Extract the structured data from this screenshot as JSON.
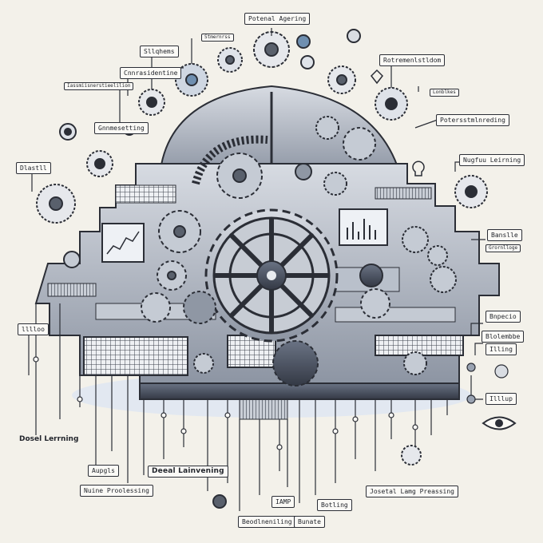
{
  "labels": {
    "top_center": "Potenal Agering",
    "top_small": "Stmernrss",
    "top_left": "Sllqhems",
    "left_upper": "Cnnrasidentine",
    "left_tiny": "Iassmiisnerstieelilion",
    "left_mid": "Gnnmesetting",
    "left_far": "Dlastll",
    "right_top": "Rotremenlstldom",
    "right_small": "Lonblkes",
    "right_mid": "Potersstmlnreding",
    "right_learning": "Nugfuu Leirning",
    "right_block": "Banslle",
    "right_block_small": "Grornlloge",
    "right_lower1": "Bnpecio",
    "right_lower2": "Blolembbe",
    "right_lower3": "Illing",
    "right_lower4": "Illlup",
    "left_lower": "lllloo",
    "bottom_left": "Dosel Lerrning",
    "bottom_agent": "Aupgls",
    "bottom_learning": "Deeal Lainvening",
    "bottom_processing": "Nuine Proolessing",
    "bottom_center1": "IAMP",
    "bottom_center2": "Botling",
    "bottom_modeling": "Beodlneniling",
    "bottom_bunate": "Bunate",
    "bottom_right": "Josetal Lamg Preassing"
  },
  "colors": {
    "background": "#f3f1ea",
    "ink": "#2b2e36",
    "steel": "#9aa3b2",
    "steel_dark": "#5e6777",
    "accent_blue": "#6f8fb0",
    "shadow": "#dfe5ee"
  },
  "icons": [
    "gear-icon",
    "eye-icon",
    "diamond-icon",
    "lightbulb-icon",
    "chart-icon",
    "node-icon"
  ]
}
